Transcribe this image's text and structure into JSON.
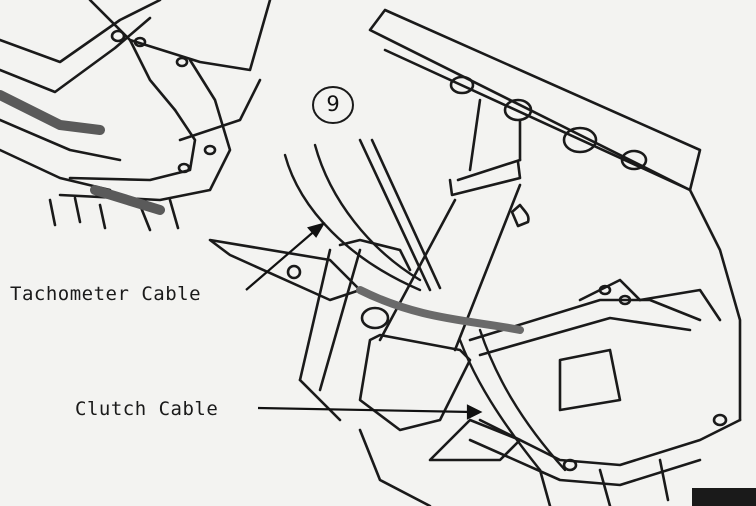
{
  "figure": {
    "step_number": "9",
    "callouts": [
      {
        "id": "tachometer",
        "text": "Tachometer Cable"
      },
      {
        "id": "clutch",
        "text": "Clutch Cable"
      }
    ]
  },
  "colors": {
    "ink": "#1a1a1a",
    "paper": "#f3f3f1"
  }
}
